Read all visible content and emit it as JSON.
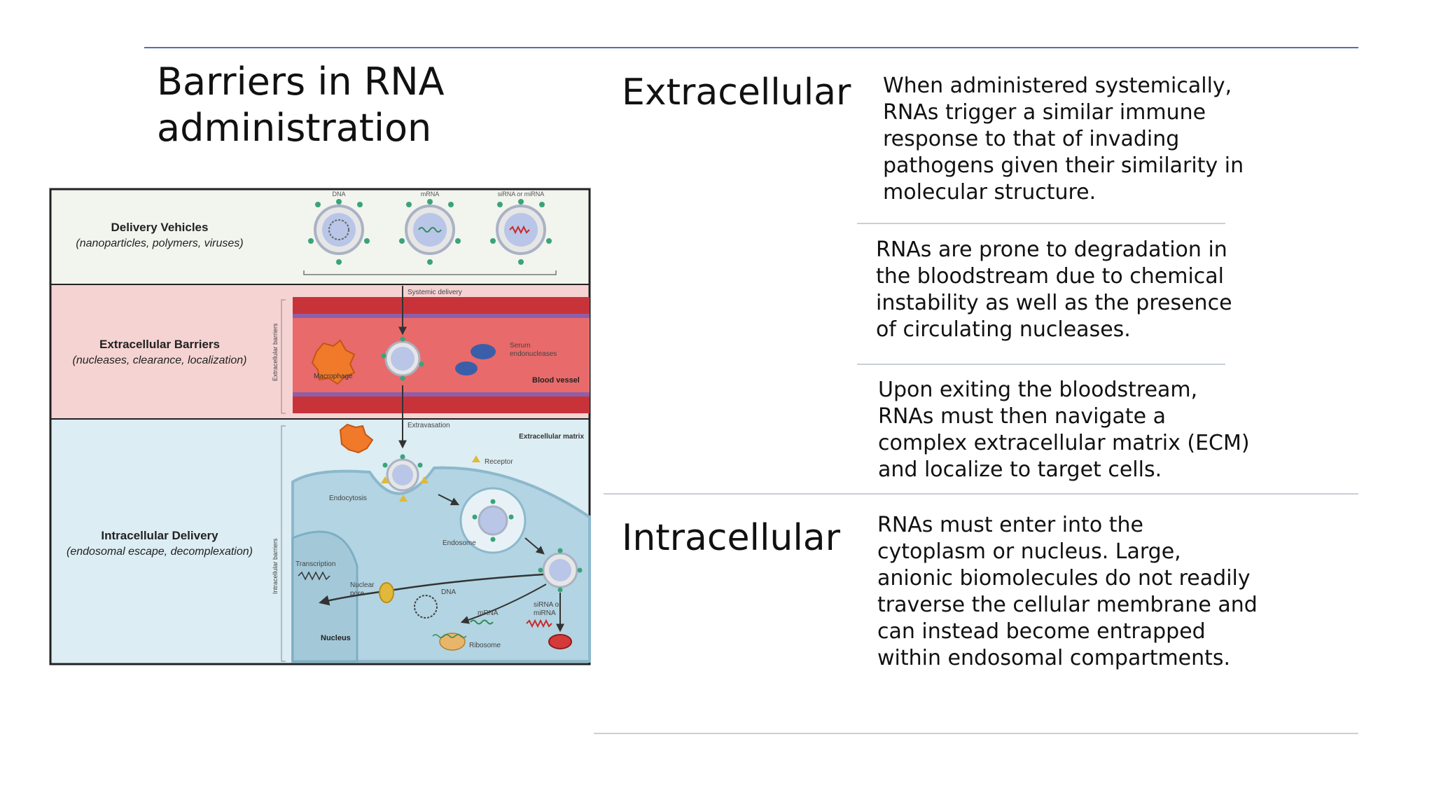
{
  "slide": {
    "title_line1": "Barriers in RNA",
    "title_line2": "administration",
    "colors": {
      "top_rule": "#4a72b5",
      "rule": "#c9cfd8",
      "accent": "#c92a2a"
    }
  },
  "sections": {
    "extracellular": {
      "heading": "Extracellular",
      "p1": [
        "When administered systemically,",
        "RNAs trigger a similar immune",
        "response to that of invading",
        "pathogens given their similarity in",
        "molecular structure."
      ],
      "p2": [
        "RNAs are prone to degradation in",
        "the bloodstream due to chemical",
        "instability as well as the presence",
        "of circulating nucleases."
      ],
      "p3": [
        "Upon exiting the bloodstream,",
        "RNAs must then navigate a",
        "complex extracellular matrix (ECM)",
        "and localize to target cells."
      ]
    },
    "intracellular": {
      "heading": "Intracellular",
      "p1": [
        "RNAs must enter into the",
        "cytoplasm or nucleus. Large,",
        "anionic biomolecules do not readily",
        "traverse the cellular membrane and",
        "can instead become entrapped",
        "within endosomal compartments."
      ]
    }
  },
  "figure": {
    "delivery_vehicles": {
      "title": "Delivery Vehicles",
      "subtitle": "(nanoparticles, polymers, viruses)"
    },
    "extracellular_barriers": {
      "title": "Extracellular Barriers",
      "subtitle": "(nucleases, clearance, localization)"
    },
    "intracellular_delivery": {
      "title": "Intracellular Delivery",
      "subtitle": "(endosomal escape, decomplexation)"
    },
    "vehicle_labels": [
      "DNA",
      "mRNA",
      "siRNA or miRNA"
    ],
    "labels": {
      "systemic_delivery": "Systemic delivery",
      "macrophage": "Macrophage",
      "serum_endonucleases_1": "Serum",
      "serum_endonucleases_2": "endonucleases",
      "blood_vessel": "Blood vessel",
      "extracellular_barriers_side": "Extracellular barriers",
      "extravasation": "Extravasation",
      "extracellular_matrix": "Extracellular matrix",
      "receptor": "Receptor",
      "endocytosis": "Endocytosis",
      "endosome": "Endosome",
      "intracellular_barriers_side": "Intracellular barriers",
      "transcription": "Transcription",
      "nuclear_pore_1": "Nuclear",
      "nuclear_pore_2": "pore",
      "dna": "DNA",
      "mrna": "mRNA",
      "sirna_1": "siRNA or",
      "sirna_2": "miRNA",
      "ribosome": "Ribosome",
      "nucleus": "Nucleus"
    }
  }
}
